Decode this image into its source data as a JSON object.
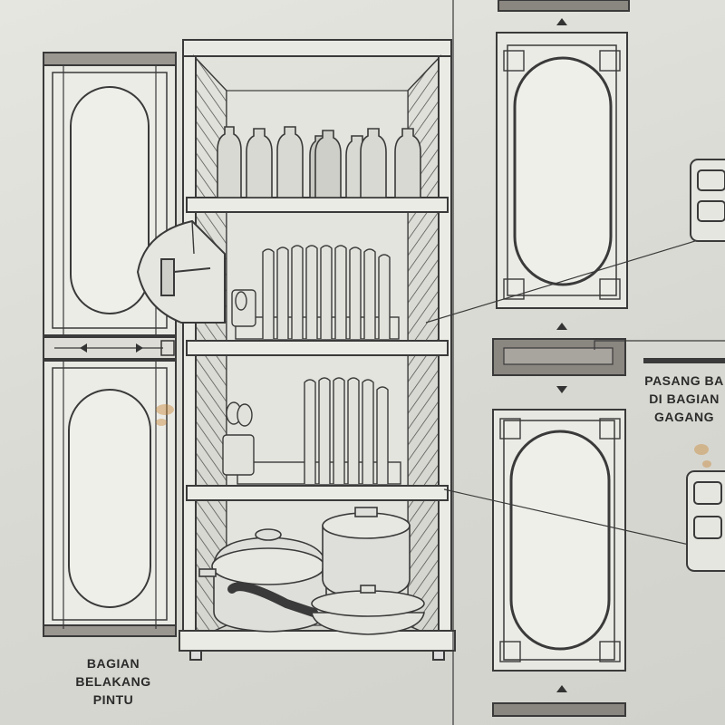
{
  "figure": {
    "back_door_caption": [
      "BAGIAN",
      "BELAKANG",
      "PINTU"
    ],
    "install_caption": [
      "PASANG BA",
      "DI BAGIAN",
      "GAGANG"
    ],
    "colors": {
      "paper": "#dcdcd6",
      "line": "#3a3a3a",
      "panel_fill": "#e8e8e3",
      "bar_fill": "#8a8680",
      "stain": "#c98a3a"
    },
    "icons": [
      "arrow-left-icon",
      "arrow-right-icon",
      "arrow-up-icon",
      "arrow-down-icon",
      "bottle-icon",
      "plate-icon",
      "pot-icon",
      "pan-icon"
    ]
  }
}
